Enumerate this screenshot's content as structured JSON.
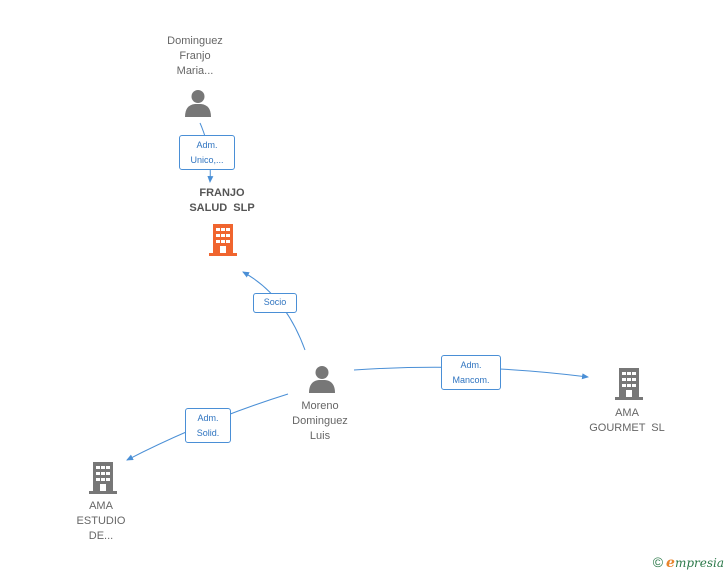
{
  "nodes": {
    "dominguez": {
      "label": "Dominguez\nFranjo\nMaria..."
    },
    "franjo": {
      "label": "FRANJO\nSALUD  SLP"
    },
    "moreno": {
      "label": "Moreno\nDominguez\nLuis"
    },
    "ama_gourmet": {
      "label": "AMA\nGOURMET  SL"
    },
    "ama_estudio": {
      "label": "AMA\nESTUDIO\nDE..."
    }
  },
  "edges": {
    "adm_unico": "Adm.\nUnico,...",
    "socio": "Socio",
    "adm_mancom": "Adm.\nMancom.",
    "adm_solid": "Adm.\nSolid."
  },
  "colors": {
    "edge": "#4a8fd6",
    "person_icon": "#777777",
    "company_icon": "#777777",
    "focus_company_icon": "#f0652f"
  },
  "brand": {
    "copyright": "©",
    "name_initial": "e",
    "name_rest": "mpresia"
  }
}
